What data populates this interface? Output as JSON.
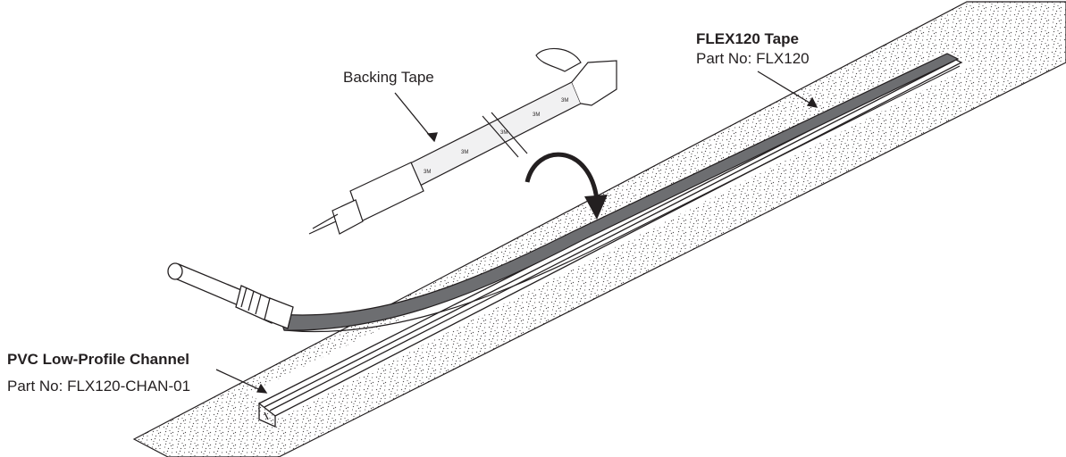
{
  "labels": {
    "backing_tape": "Backing Tape",
    "flex_tape": {
      "title": "FLEX120 Tape",
      "part": "Part No: FLX120"
    },
    "channel": {
      "title": "PVC Low-Profile Channel",
      "part": "Part No: FLX120-CHAN-01"
    }
  },
  "tape_markings": [
    "3M",
    "3M",
    "3M",
    "3M",
    "3M"
  ],
  "colors": {
    "line": "#231f20",
    "tape_fill": "#6d6e71",
    "background": "#ffffff"
  }
}
